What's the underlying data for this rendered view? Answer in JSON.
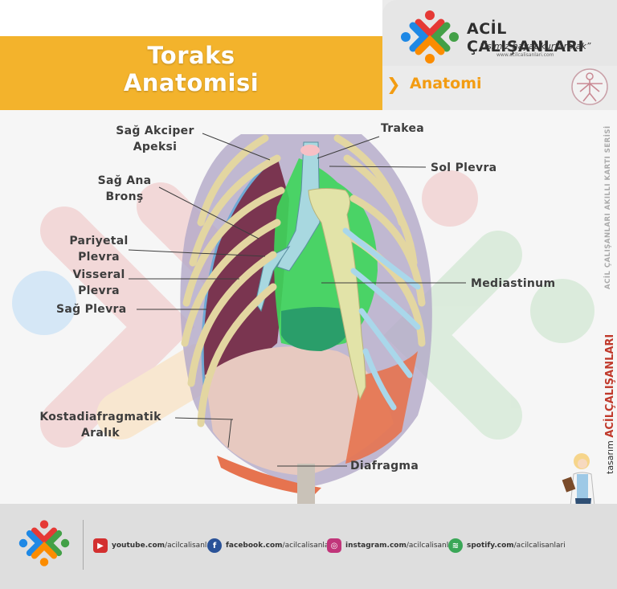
{
  "header": {
    "title_line1": "Toraks",
    "title_line2": "Anatomisi",
    "category": "Anatomi",
    "chevron_icon": "chevron-right-icon"
  },
  "brand": {
    "name": "ACİL ÇALIŞANLARI",
    "slogan": "“İşimiz hayat kurtarmak”",
    "url": "www.acilcalisanlari.com",
    "side_series": "ACİL ÇALIŞANLARI AKILLI KARTI SERİSİ",
    "side_design_prefix": "tasarım",
    "side_design_brand": "ACİLÇALIŞANLARI"
  },
  "labels": {
    "sag_akciger_apeksi_1": "Sağ Akciper",
    "sag_akciger_apeksi_2": "Apeksi",
    "trakea": "Trakea",
    "sol_plevra": "Sol Plevra",
    "sag_ana_brons_1": "Sağ Ana",
    "sag_ana_brons_2": "Bronş",
    "pariyetal_1": "Pariyetal",
    "pariyetal_2": "Plevra",
    "visseral_1": "Visseral",
    "visseral_2": "Plevra",
    "sag_plevra": "Sağ Plevra",
    "mediastinum": "Mediastinum",
    "kostadiafragmatik_1": "Kostadiafragmatik",
    "kostadiafragmatik_2": "Aralık",
    "diafragma": "Diafragma"
  },
  "footer": {
    "youtube_bold": "youtube.com",
    "youtube_rest": "/acilcalisanlari",
    "facebook_bold": "facebook.com",
    "facebook_rest": "/acilcalisanlari",
    "instagram_bold": "instagram.com",
    "instagram_rest": "/acilcalisanlari",
    "spotify_bold": "spotify.com",
    "spotify_rest": "/acilcalisanlari"
  },
  "colors": {
    "accent_orange": "#f3b32c",
    "mediastinum_green": "#3dd65a",
    "lung": "#7a3550",
    "rib": "#e8dcaa",
    "diaphragm": "#e6734f"
  }
}
